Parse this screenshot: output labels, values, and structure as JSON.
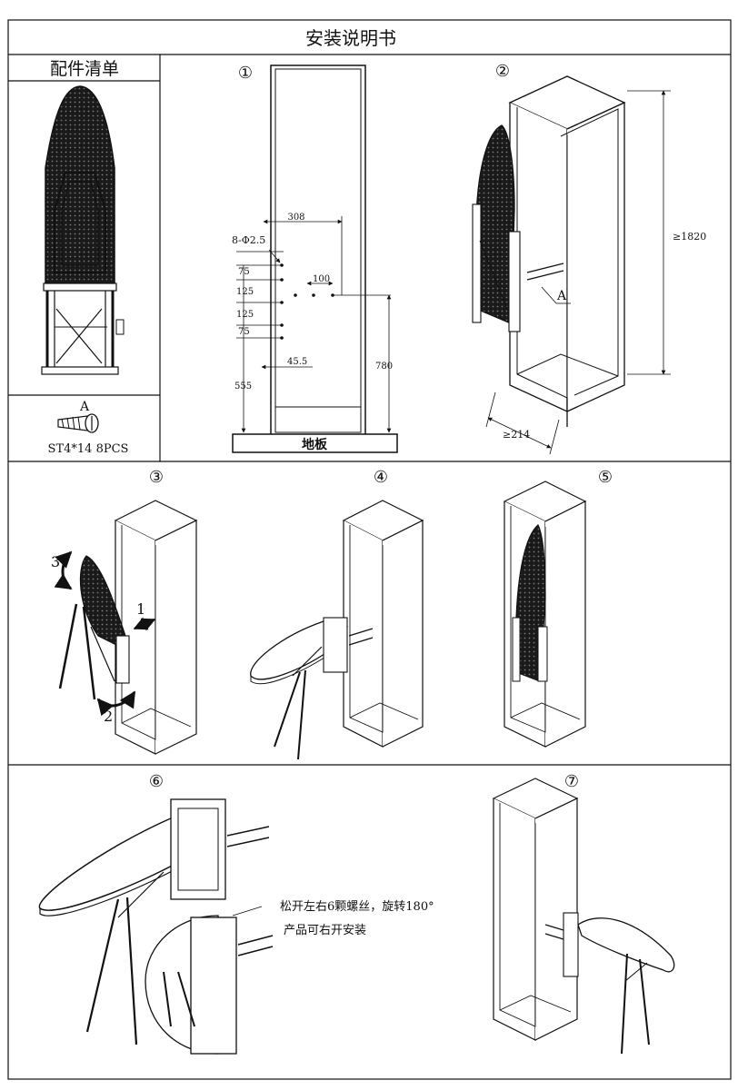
{
  "title": "安装说明书",
  "parts_list": {
    "heading": "配件清单",
    "part_letter": "A",
    "part_spec": "ST4*14 8PCS"
  },
  "steps": {
    "s1": "①",
    "s2": "②",
    "s3": "③",
    "s4": "④",
    "s5": "⑤",
    "s6": "⑥",
    "s7": "⑦"
  },
  "step1": {
    "dim_308": "308",
    "hole_spec": "8-Φ2.5",
    "dim_75a": "75",
    "dim_100": "100",
    "dim_125a": "125",
    "dim_125b": "125",
    "dim_75b": "75",
    "dim_45_5": "45.5",
    "dim_555": "555",
    "dim_780": "780",
    "floor": "地板"
  },
  "step2": {
    "height": "≥1820",
    "depth": "≥214",
    "label_a": "A"
  },
  "step3": {
    "arrow1": "1",
    "arrow2": "2",
    "arrow3": "3"
  },
  "step6": {
    "note_line1": "松开左右6颗螺丝，旋转180°",
    "note_line2": "产品可右开安装"
  }
}
